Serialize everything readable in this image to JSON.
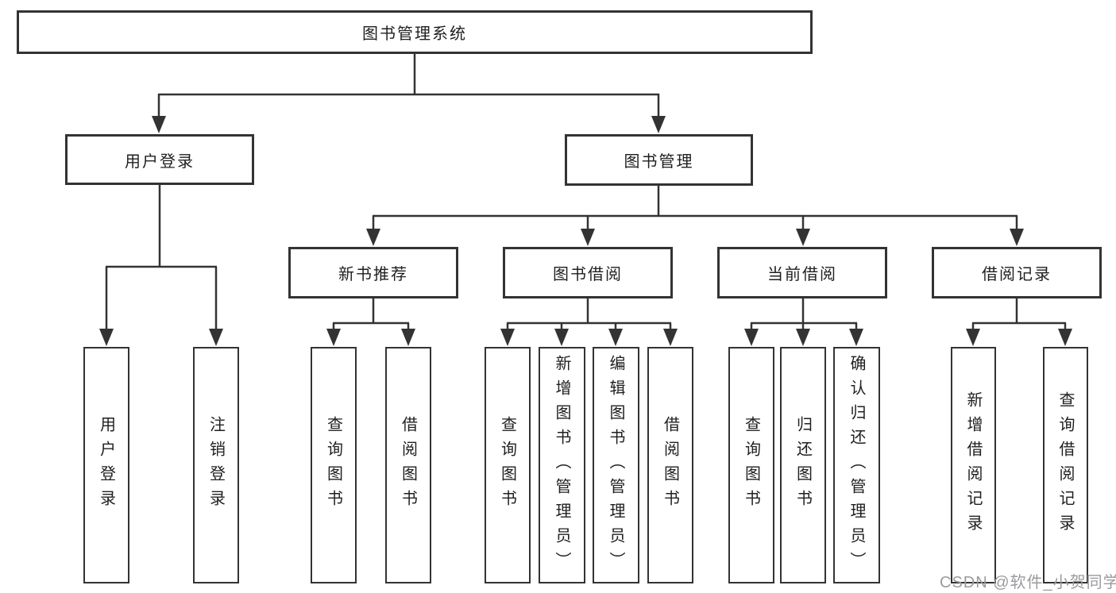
{
  "diagram": {
    "root": {
      "id": "library-management-system",
      "label": "图书管理系统"
    },
    "level2": [
      {
        "id": "user-login",
        "label": "用户登录",
        "parent": "library-management-system"
      },
      {
        "id": "book-management",
        "label": "图书管理",
        "parent": "library-management-system"
      }
    ],
    "level3": [
      {
        "id": "new-book-recommendation",
        "label": "新书推荐",
        "parent": "book-management"
      },
      {
        "id": "book-borrowing",
        "label": "图书借阅",
        "parent": "book-management"
      },
      {
        "id": "current-borrowing",
        "label": "当前借阅",
        "parent": "book-management"
      },
      {
        "id": "borrowing-records",
        "label": "借阅记录",
        "parent": "book-management"
      }
    ],
    "leaves": [
      {
        "id": "leaf-user-login",
        "label": "用户登录",
        "parent": "user-login"
      },
      {
        "id": "leaf-logout",
        "label": "注销登录",
        "parent": "user-login"
      },
      {
        "id": "leaf-query-books-recommend",
        "label": "查询图书",
        "parent": "new-book-recommendation"
      },
      {
        "id": "leaf-borrow-books-recommend",
        "label": "借阅图书",
        "parent": "new-book-recommendation"
      },
      {
        "id": "leaf-query-books-borrowing",
        "label": "查询图书",
        "parent": "book-borrowing"
      },
      {
        "id": "leaf-add-book-admin",
        "label": "新增图书（管理员）",
        "parent": "book-borrowing"
      },
      {
        "id": "leaf-edit-book-admin",
        "label": "编辑图书（管理员）",
        "parent": "book-borrowing"
      },
      {
        "id": "leaf-borrow-books-borrowing",
        "label": "借阅图书",
        "parent": "book-borrowing"
      },
      {
        "id": "leaf-query-books-current",
        "label": "查询图书",
        "parent": "current-borrowing"
      },
      {
        "id": "leaf-return-book",
        "label": "归还图书",
        "parent": "current-borrowing"
      },
      {
        "id": "leaf-confirm-return-admin",
        "label": "确认归还（管理员）",
        "parent": "current-borrowing"
      },
      {
        "id": "leaf-add-borrow-record",
        "label": "新增借阅记录",
        "parent": "borrowing-records"
      },
      {
        "id": "leaf-query-borrow-record",
        "label": "查询借阅记录",
        "parent": "borrowing-records"
      }
    ]
  },
  "watermark": {
    "text": "CSDN @软件_小贺同学"
  },
  "colors": {
    "line": "#333333",
    "box_border": "#333333",
    "text": "#1f1f1f",
    "watermark": "#9b9b9f",
    "background": "#ffffff"
  }
}
